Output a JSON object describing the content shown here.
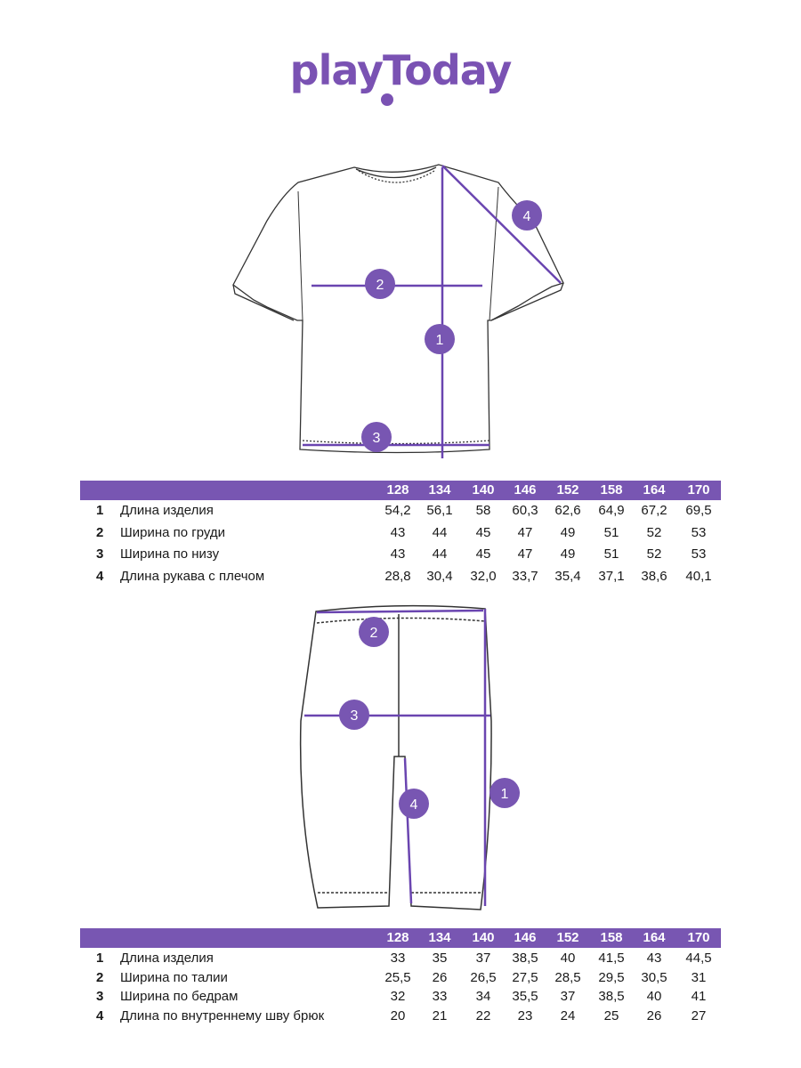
{
  "logo": {
    "text": "playToday"
  },
  "accent": "#7856b2",
  "sizes": [
    "128",
    "134",
    "140",
    "146",
    "152",
    "158",
    "164",
    "170"
  ],
  "tshirt": {
    "badges": [
      "1",
      "2",
      "3",
      "4"
    ],
    "rows": [
      {
        "num": "1",
        "label": "Длина изделия",
        "values": [
          "54,2",
          "56,1",
          "58",
          "60,3",
          "62,6",
          "64,9",
          "67,2",
          "69,5"
        ]
      },
      {
        "num": "2",
        "label": "Ширина по груди",
        "values": [
          "43",
          "44",
          "45",
          "47",
          "49",
          "51",
          "52",
          "53"
        ]
      },
      {
        "num": "3",
        "label": "Ширина по низу",
        "values": [
          "43",
          "44",
          "45",
          "47",
          "49",
          "51",
          "52",
          "53"
        ]
      },
      {
        "num": "4",
        "label": "Длина рукава с плечом",
        "values": [
          "28,8",
          "30,4",
          "32,0",
          "33,7",
          "35,4",
          "37,1",
          "38,6",
          "40,1"
        ]
      }
    ]
  },
  "shorts": {
    "badges": [
      "1",
      "2",
      "3",
      "4"
    ],
    "rows": [
      {
        "num": "1",
        "label": "Длина изделия",
        "values": [
          "33",
          "35",
          "37",
          "38,5",
          "40",
          "41,5",
          "43",
          "44,5"
        ]
      },
      {
        "num": "2",
        "label": "Ширина по талии",
        "values": [
          "25,5",
          "26",
          "26,5",
          "27,5",
          "28,5",
          "29,5",
          "30,5",
          "31"
        ]
      },
      {
        "num": "3",
        "label": "Ширина по бедрам",
        "values": [
          "32",
          "33",
          "34",
          "35,5",
          "37",
          "38,5",
          "40",
          "41"
        ]
      },
      {
        "num": "4",
        "label": "Длина по внутреннему шву брюк",
        "values": [
          "20",
          "21",
          "22",
          "23",
          "24",
          "25",
          "26",
          "27"
        ]
      }
    ]
  }
}
